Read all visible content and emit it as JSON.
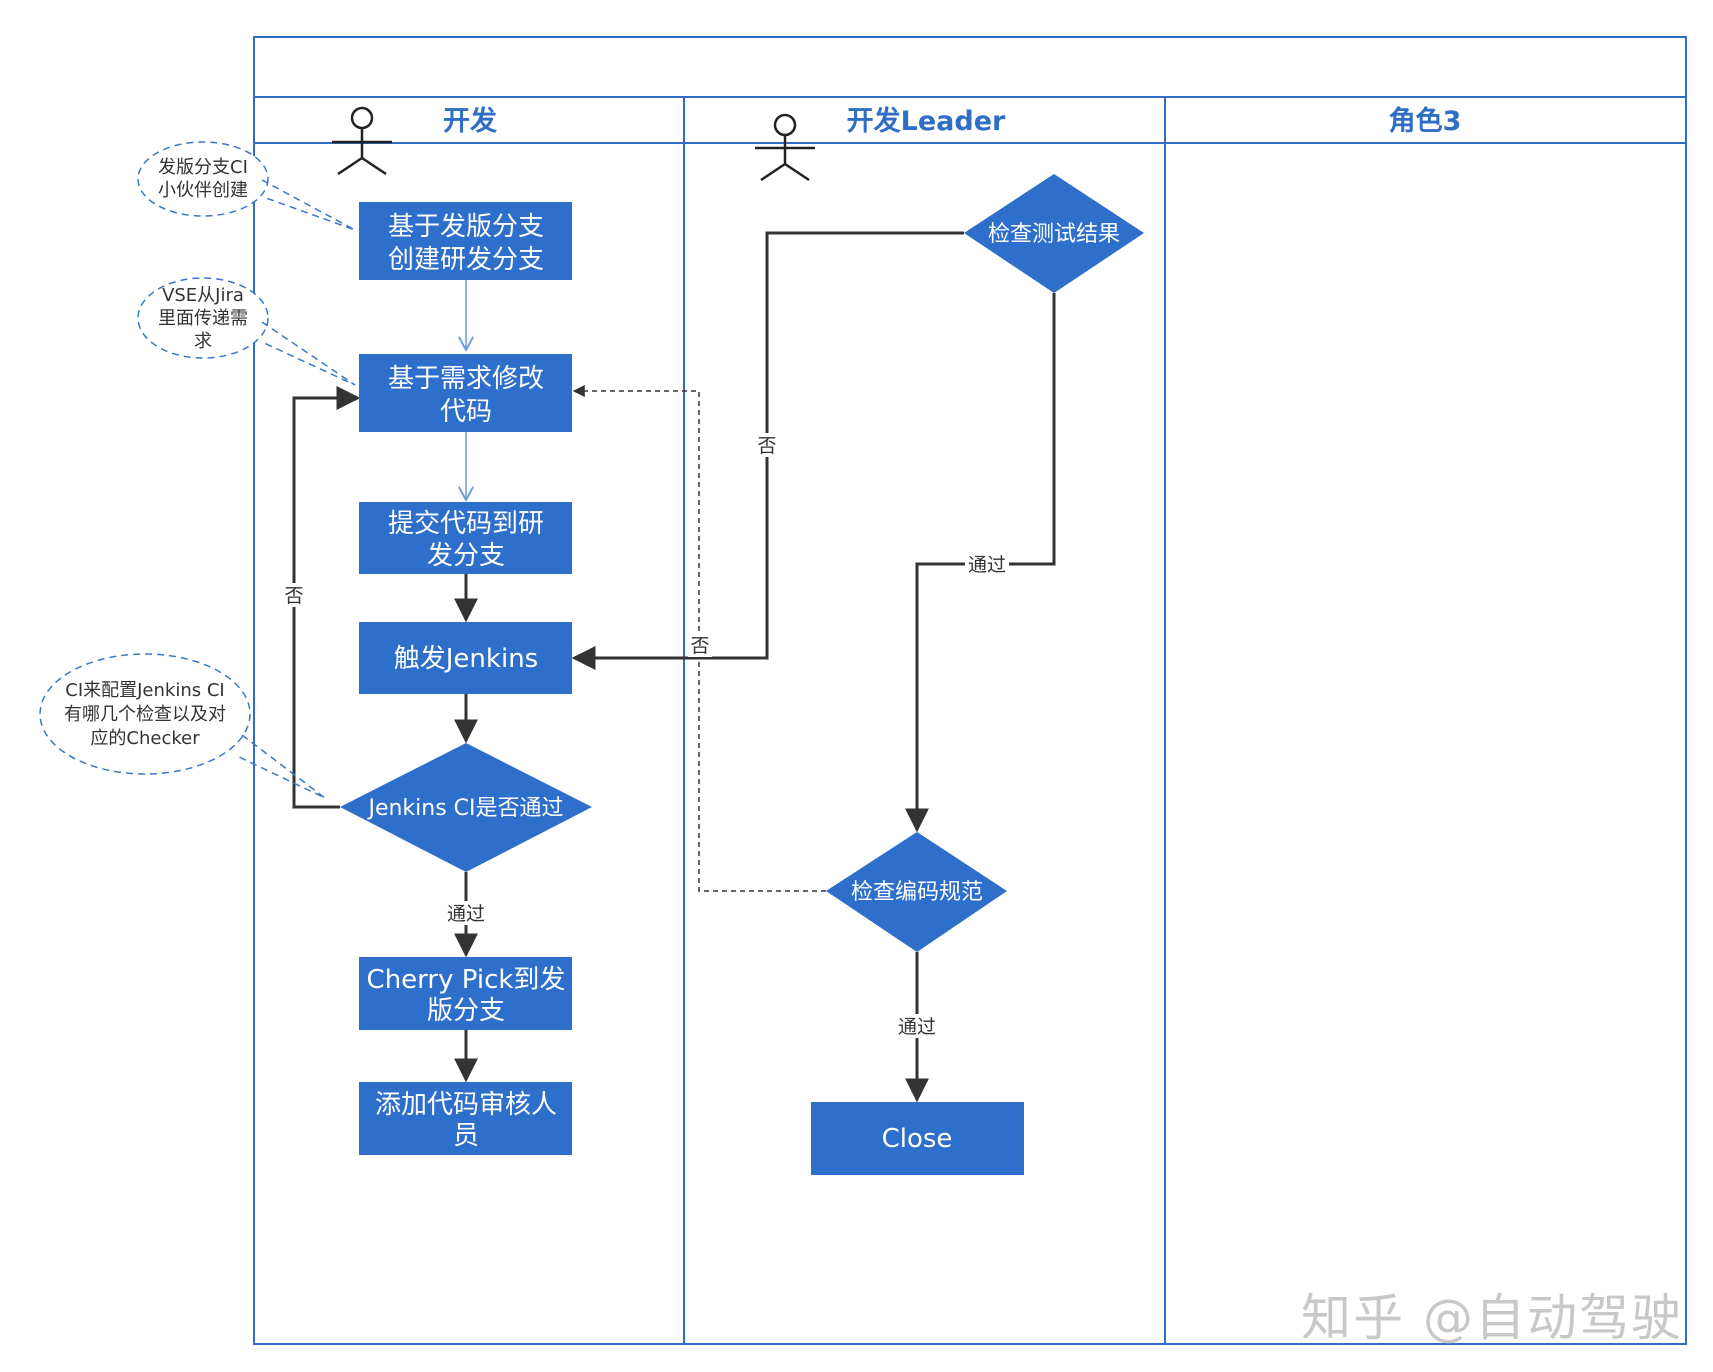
{
  "lanes": [
    {
      "title": "开发"
    },
    {
      "title": "开发Leader"
    },
    {
      "title": "角色3"
    }
  ],
  "nodes": {
    "create_branch": [
      "基于发版分支",
      "创建研发分支"
    ],
    "modify_code": [
      "基于需求修改",
      "代码"
    ],
    "commit_code": [
      "提交代码到研",
      "发分支"
    ],
    "trigger_jenkins": [
      "触发Jenkins"
    ],
    "ci_pass": [
      "Jenkins CI是否通过"
    ],
    "cherry_pick": [
      "Cherry Pick到发",
      "版分支"
    ],
    "add_reviewer": [
      "添加代码审核人",
      "员"
    ],
    "check_test": [
      "检查测试结果"
    ],
    "check_style": [
      "检查编码规范"
    ],
    "close": [
      "Close"
    ]
  },
  "edge_labels": {
    "ci_fail": "否",
    "ci_pass": "通过",
    "test_fail_side": "否",
    "test_fail_lower": "否",
    "test_pass": "通过",
    "style_pass": "通过"
  },
  "notes": {
    "branch_note": [
      "发版分支CI",
      "小伙伴创建"
    ],
    "vse_note": [
      "VSE从Jira",
      "里面传递需",
      "求"
    ],
    "ci_note": [
      "CI来配置Jenkins CI",
      "有哪几个检查以及对",
      "应的Checker"
    ]
  },
  "watermark": "知乎 @自动驾驶",
  "colors": {
    "node_fill": "#2d6fca",
    "lane_border": "#2e6ec4",
    "edge": "#333333",
    "note_border": "#3a78c6"
  }
}
